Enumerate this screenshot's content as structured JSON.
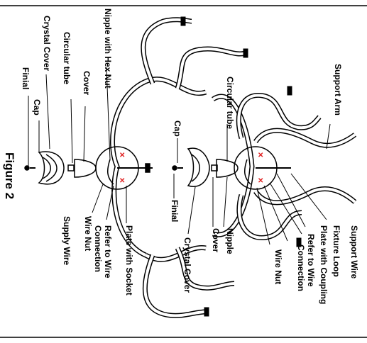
{
  "figure_title": "Figure 2",
  "labels": {
    "nipple_hex_nut": "Nipple with Hex Nut",
    "circular_tube_left": "Circular tube",
    "cover_left": "Cover",
    "crystal_cover_left": "Crystal Cover",
    "cap_left": "Cap",
    "finial_left": "Finial",
    "supply_wire": "Supply Wire",
    "wire_nut_left": "Wire Nut",
    "connection_left": "Connection",
    "refer_to_wire_left": "Refer to Wire",
    "plate_with_socket": "Plate with Socket",
    "cap_center": "Cap",
    "finial_center": "Finial",
    "crystal_cover_center": "Crystal Cover",
    "circular_tube_right": "Circular tube",
    "nipple_right": "Nipple",
    "cover_right": "Cover",
    "support_arm": "Support Arm",
    "support_wire": "Support Wire",
    "fixture_loop": "Fixture Loop",
    "plate_with_coupling": "Plate with Coupling",
    "refer_to_wire_right": "Refer to Wire",
    "connection_right": "Connection",
    "wire_nut_right": "Wire Nut"
  },
  "colors": {
    "line": "#000000",
    "accent": "#e02020",
    "background": "#ffffff"
  }
}
